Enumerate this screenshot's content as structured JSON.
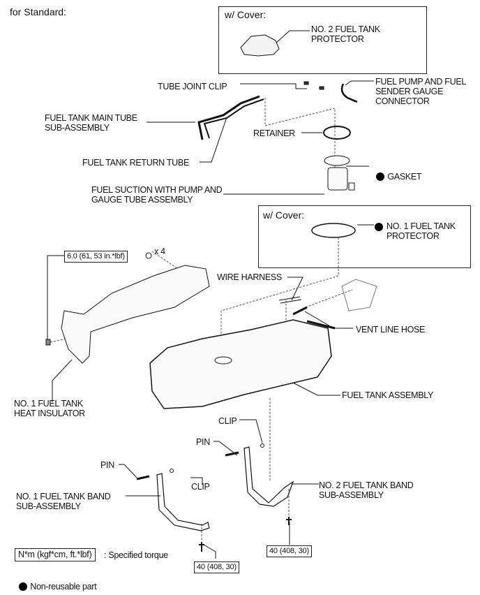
{
  "diagram": {
    "heading": "for Standard:",
    "cover_boxes": [
      {
        "title": "w/ Cover:",
        "part": "NO. 2 FUEL TANK\nPROTECTOR",
        "non_reusable": false
      },
      {
        "title": "w/ Cover:",
        "part": "NO. 1 FUEL TANK\nPROTECTOR",
        "non_reusable": true
      }
    ],
    "parts": {
      "tube_joint_clip": "TUBE JOINT CLIP",
      "fuel_pump_connector": "FUEL PUMP AND FUEL\nSENDER GAUGE\nCONNECTOR",
      "main_tube": "FUEL TANK MAIN TUBE\nSUB-ASSEMBLY",
      "retainer": "RETAINER",
      "return_tube": "FUEL TANK RETURN TUBE",
      "gasket": "GASKET",
      "fuel_suction": "FUEL SUCTION WITH PUMP AND\nGAUGE TUBE ASSEMBLY",
      "wire_harness": "WIRE HARNESS",
      "vent_line_hose": "VENT LINE HOSE",
      "heat_insulator": "NO. 1 FUEL TANK\nHEAT INSULATOR",
      "fuel_tank": "FUEL TANK ASSEMBLY",
      "clip_upper": "CLIP",
      "pin_right": "PIN",
      "pin_left": "PIN",
      "clip_lower": "CLIP",
      "band_1": "NO. 1 FUEL TANK BAND\nSUB-ASSEMBLY",
      "band_2": "NO. 2 FUEL TANK BAND\nSUB-ASSEMBLY"
    },
    "quantity_label": "x 4",
    "torques": {
      "insulator_nut": "6.0 (61, 53 in.*lbf)",
      "band_1_bolt": "40 (408, 30)",
      "band_2_bolt": "40 (408, 30)"
    },
    "legend": {
      "torque_unit": "N*m (kgf*cm, ft.*lbf)",
      "torque_desc": ": Specified torque",
      "non_reusable": "Non-reusable part"
    }
  }
}
